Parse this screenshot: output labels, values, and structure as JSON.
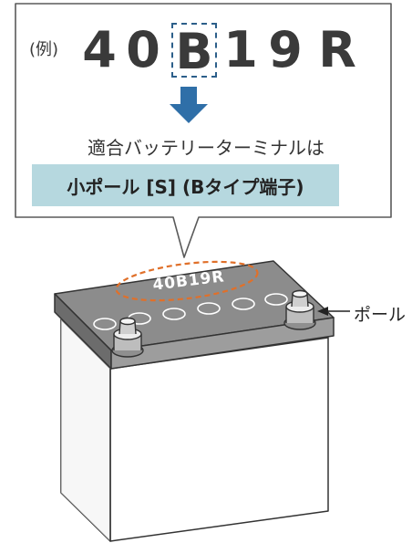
{
  "example": {
    "prefix": "(例)",
    "code_chars": [
      "4",
      "0",
      "B",
      "1",
      "9",
      "R"
    ]
  },
  "result_text": "適合バッテリーターミナルは",
  "answer": "小ポール [S] (Bタイプ端子)",
  "battery_label": "40B19R",
  "pole_label": "ポール",
  "colors": {
    "arrow": "#2f6fa8",
    "highlight_box": "#2c5f8a",
    "answer_bg": "#b6d8df",
    "dashed_ellipse": "#e0702a",
    "battery_top": "#8c8c8c",
    "battery_body": "#ffffff"
  },
  "icons": {
    "down_arrow": "arrow-down-icon",
    "pointer_arrow": "arrow-left-icon"
  }
}
